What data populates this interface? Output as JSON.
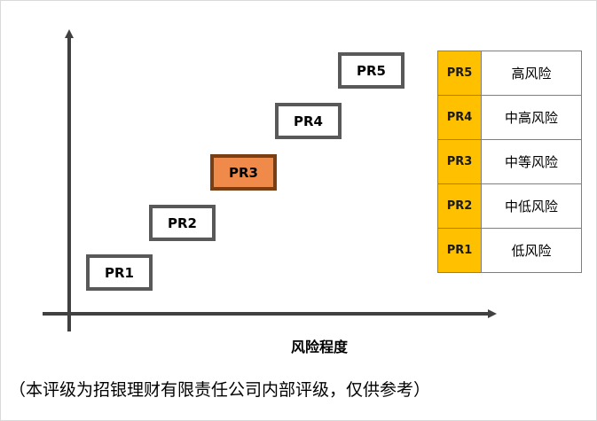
{
  "levels": [
    {
      "code": "PR1",
      "risk": "低风险"
    },
    {
      "code": "PR2",
      "risk": "中低风险"
    },
    {
      "code": "PR3",
      "risk": "中等风险"
    },
    {
      "code": "PR4",
      "risk": "中高风险"
    },
    {
      "code": "PR5",
      "risk": "高风险"
    }
  ],
  "highlighted_level": "PR3",
  "x_axis_label": "风险程度",
  "footnote": "（本评级为招银理财有限责任公司内部评级，仅供参考）",
  "colors": {
    "highlight_fill": "#f08a4b",
    "highlight_border": "#7a3e14",
    "legend_code_fill": "#ffc000",
    "box_border": "#595959",
    "axis": "#404040"
  }
}
